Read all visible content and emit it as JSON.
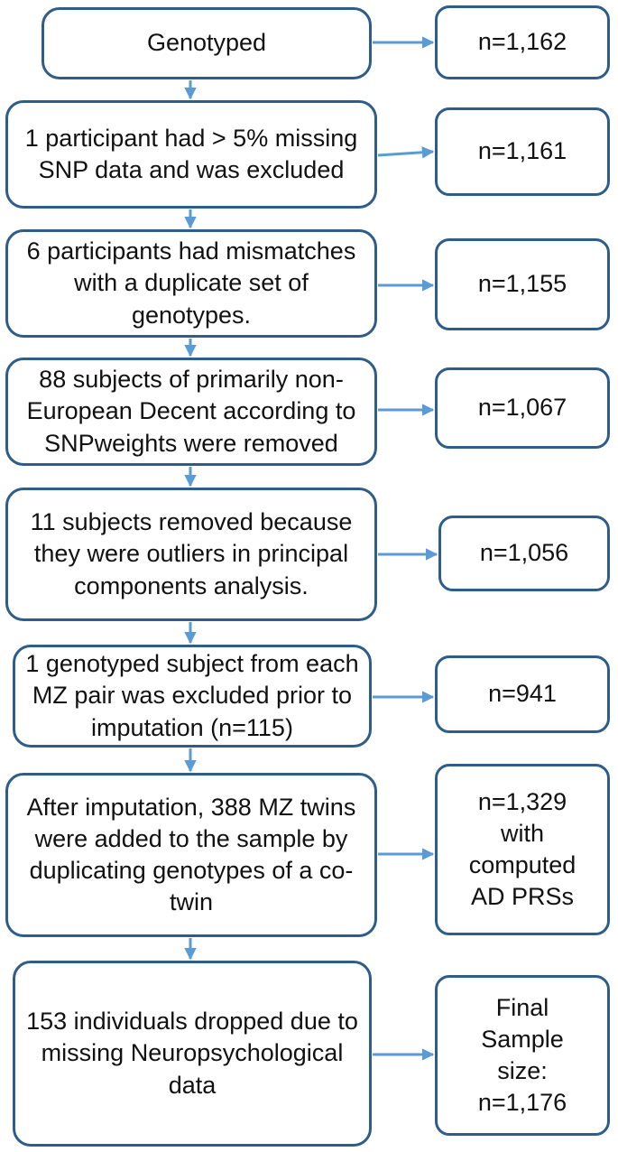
{
  "steps": [
    {
      "text": "Genotyped",
      "count": "n=1,162"
    },
    {
      "text": "1 participant had > 5% missing SNP data and was excluded",
      "count": "n=1,161"
    },
    {
      "text": "6 participants had mismatches with a duplicate set of genotypes.",
      "count": "n=1,155"
    },
    {
      "text": "88 subjects of primarily non-European Decent according to SNPweights were removed",
      "count": "n=1,067"
    },
    {
      "text": "11 subjects removed because they were outliers in principal components analysis.",
      "count": "n=1,056"
    },
    {
      "text": "1 genotyped subject from each MZ pair was excluded prior to imputation (n=115)",
      "count": "n=941"
    },
    {
      "text": "After imputation, 388 MZ twins were added to the sample by duplicating genotypes of a co-twin",
      "count": "n=1,329 with computed AD PRSs"
    },
    {
      "text": "153 individuals dropped due to missing Neuropsychological data",
      "count": "Final Sample size: n=1,176"
    }
  ],
  "colors": {
    "box_border": "#2f5d8a",
    "arrow": "#5b9bd5"
  }
}
